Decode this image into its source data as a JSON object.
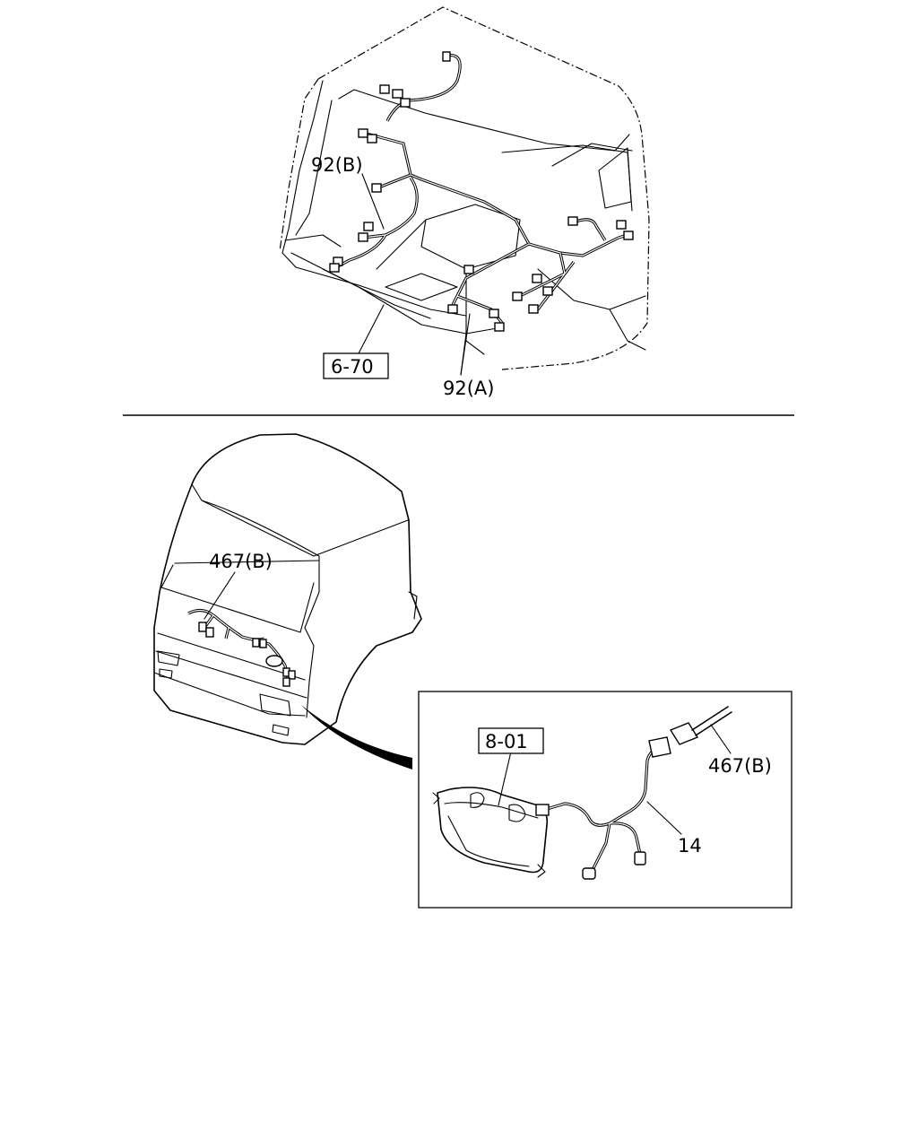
{
  "top_view": {
    "labels": {
      "harness_b": "92(B)",
      "harness_a": "92(A)",
      "ref_box": "6-70"
    }
  },
  "bottom_view": {
    "labels": {
      "front_harness": "467(B)"
    }
  },
  "detail_view": {
    "labels": {
      "ref_box": "8-01",
      "connector": "467(B)",
      "harness": "14"
    }
  }
}
